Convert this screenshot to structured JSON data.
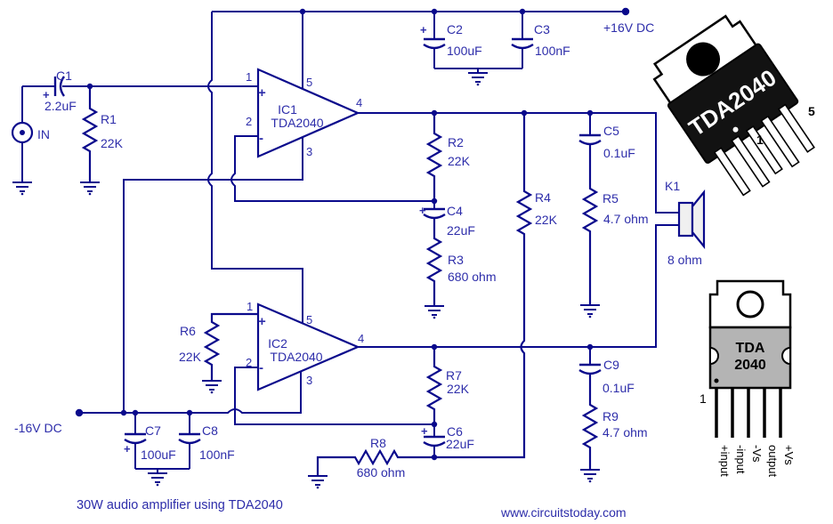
{
  "captions": {
    "title": "30W audio amplifier using TDA2040",
    "website": "www.circuitstoday.com"
  },
  "supplies": {
    "positive": "+16V DC",
    "negative": "-16V DC",
    "input": "IN"
  },
  "symbols": {
    "plus": "+",
    "minus": "-"
  },
  "ics": {
    "pin_numbers": {
      "p1": "1",
      "p2": "2",
      "p3": "3",
      "p4": "4",
      "p5": "5"
    },
    "ic1": {
      "ref": "IC1",
      "part": "TDA2040"
    },
    "ic2": {
      "ref": "IC2",
      "part": "TDA2040"
    }
  },
  "components": {
    "c1": {
      "ref": "C1",
      "value": "2.2uF"
    },
    "r1": {
      "ref": "R1",
      "value": "22K"
    },
    "c2": {
      "ref": "C2",
      "value": "100uF"
    },
    "c3": {
      "ref": "C3",
      "value": "100nF"
    },
    "r2": {
      "ref": "R2",
      "value": "22K"
    },
    "c4": {
      "ref": "C4",
      "value": "22uF"
    },
    "r3": {
      "ref": "R3",
      "value": "680 ohm"
    },
    "r4": {
      "ref": "R4",
      "value": "22K"
    },
    "c5": {
      "ref": "C5",
      "value": "0.1uF"
    },
    "r5": {
      "ref": "R5",
      "value": "4.7 ohm"
    },
    "r6": {
      "ref": "R6",
      "value": "22K"
    },
    "r7": {
      "ref": "R7",
      "value": "22K"
    },
    "c6": {
      "ref": "C6",
      "value": "22uF"
    },
    "r8": {
      "ref": "R8",
      "value": "680 ohm"
    },
    "c7": {
      "ref": "C7",
      "value": "100uF"
    },
    "c8": {
      "ref": "C8",
      "value": "100nF"
    },
    "c9": {
      "ref": "C9",
      "value": "0.1uF"
    },
    "r9": {
      "ref": "R9",
      "value": "4.7 ohm"
    },
    "k1": {
      "ref": "K1",
      "value": "8 ohm"
    }
  },
  "package_3d": {
    "marking": "TDA2040",
    "pin1": "1",
    "pin5": "5"
  },
  "pinout": {
    "line1": "TDA",
    "line2": "2040",
    "pin1": "1",
    "pins": [
      "+input",
      "-input",
      "-Vs",
      "output",
      "+Vs"
    ]
  },
  "colors": {
    "wire": "#0a0a8c",
    "label": "#2d2daa",
    "background": "#ffffff"
  }
}
